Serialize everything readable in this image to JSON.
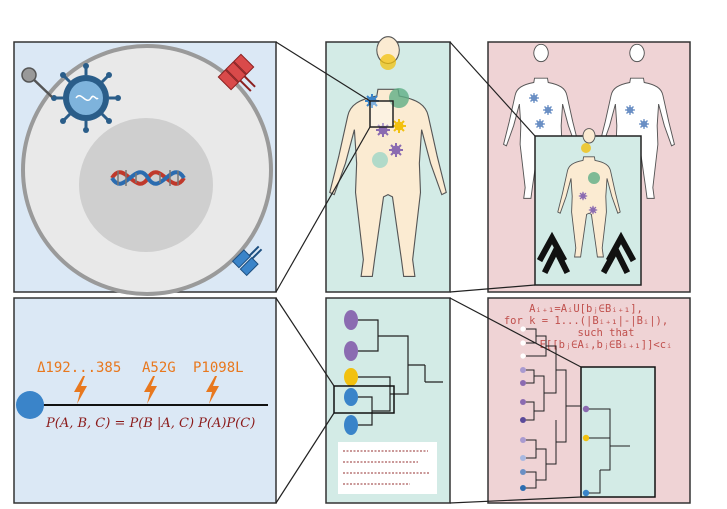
{
  "colors": {
    "panel_blue": "#dbe8f5",
    "panel_teal": "#d3ebe6",
    "panel_pink": "#efd3d5",
    "skin": "#fbebd2",
    "mutation_orange": "#e8781e",
    "formula_red": "#8b1a1a",
    "algorithm_red": "#c0504d",
    "purple_cell": "#8b6bb1",
    "yellow_cell": "#f2c10f",
    "blue_cell": "#3a84c9"
  },
  "icons": [
    "virus-icon",
    "dna-helix-icon",
    "receptor-icon",
    "lollipop-receptor-icon",
    "lightning-icon",
    "cell-circle-icon",
    "chevron-up-icon",
    "human-body-icon"
  ],
  "mutations": {
    "m1": "Δ192...385",
    "m2": "A52G",
    "m3": "P1098L"
  },
  "formula": "P(A, B, C) = P(B |A, C) P(A)P(C)",
  "algorithm": {
    "line1": "Aᵢ₊₁=AᵢU[bⱼ∈Bᵢ₊₁],",
    "line2": "for k = 1...(|Bᵢ₊₁|-|Bᵢ|),",
    "line3": "such that",
    "line4": "E[[bⱼ∈Aᵢ,bⱼ∈Bᵢ₊₁]]<cᵢ"
  }
}
